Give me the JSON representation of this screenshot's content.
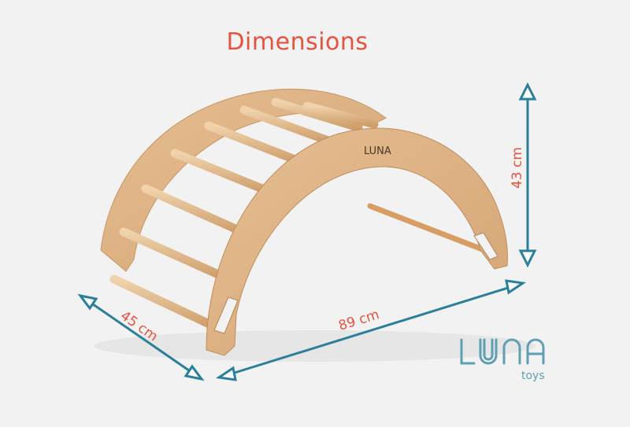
{
  "title": "Dimensions",
  "dimensions": {
    "depth": "45 cm",
    "length": "89 cm",
    "height": "43 cm"
  },
  "product_logo": "LUNA",
  "brand_logo": {
    "name": "LUNA",
    "sub": "toys"
  },
  "colors": {
    "title": "#e8533f",
    "arrow": "#2a7f9a",
    "wood": "#dcb083",
    "background": "#f2f2f2"
  }
}
